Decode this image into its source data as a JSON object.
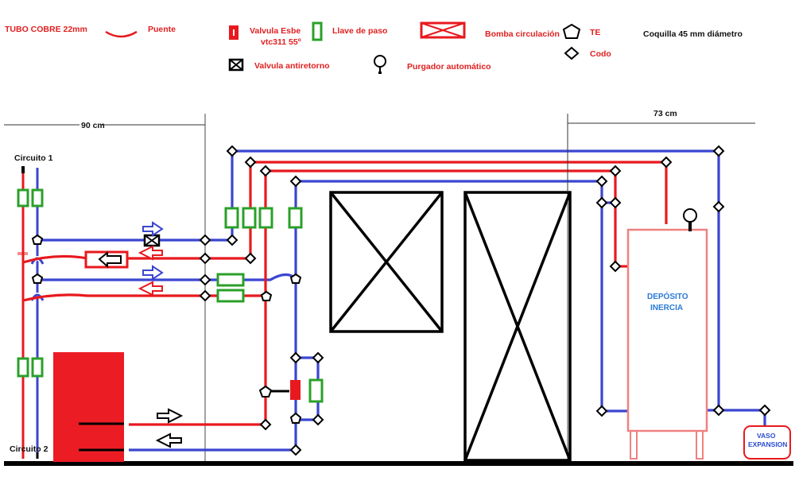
{
  "legend": {
    "tubo": "TUBO COBRE 22mm",
    "puente": "Puente",
    "valvula_esbe_line1": "Valvula Esbe",
    "valvula_esbe_line2": "vtc311  55º",
    "llave": "Llave de paso",
    "bomba": "Bomba circulación",
    "te": "TE",
    "codo": "Codo",
    "coquilla": "Coquilla  45 mm diámetro",
    "antiretorno": "Valvula antiretorno",
    "purgador": "Purgador automático"
  },
  "dimensions": {
    "left": "90 cm",
    "right": "73 cm"
  },
  "labels": {
    "circuito1": "Circuito 1",
    "circuito2": "Circuito 2",
    "deposito_line1": "DEPÓSITO",
    "deposito_line2": "INERCIA",
    "vaso_line1": "VASO",
    "vaso_line2": "EXPANSION"
  },
  "colors": {
    "hot": "#e8191e",
    "cold": "#3b46d0",
    "valve": "#2aa02a",
    "text_red": "#e02020"
  }
}
